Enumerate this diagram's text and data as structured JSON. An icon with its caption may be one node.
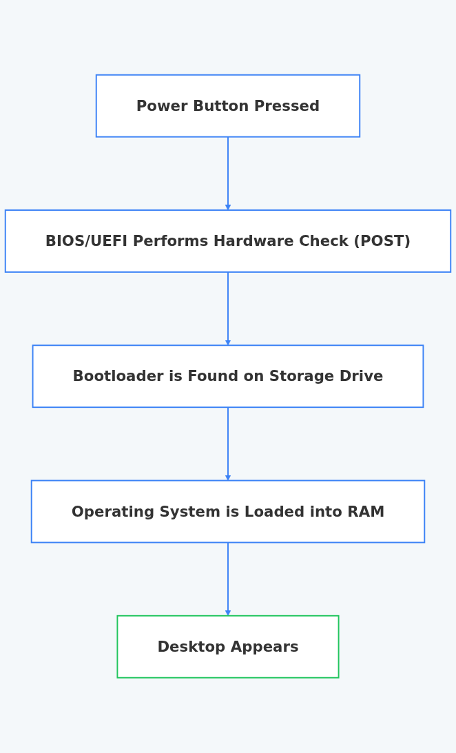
{
  "diagram": {
    "nodes": [
      {
        "text": [
          "Power Button Pressed"
        ]
      },
      {
        "text": [
          "BIOS/UEFI Performs Hardware Check (POST)"
        ]
      },
      {
        "text": [
          "Bootloader is Found on Storage Drive"
        ]
      },
      {
        "text": [
          "Operating System is Loaded into RAM"
        ]
      },
      {
        "text": [
          "Desktop Appears"
        ]
      }
    ],
    "edges": [
      {
        "from": 0,
        "to": 1,
        "arrow": "to"
      },
      {
        "from": 1,
        "to": 2,
        "arrow": "to"
      },
      {
        "from": 2,
        "to": 3,
        "arrow": "to"
      },
      {
        "from": 3,
        "to": 4,
        "arrow": "to"
      }
    ]
  }
}
